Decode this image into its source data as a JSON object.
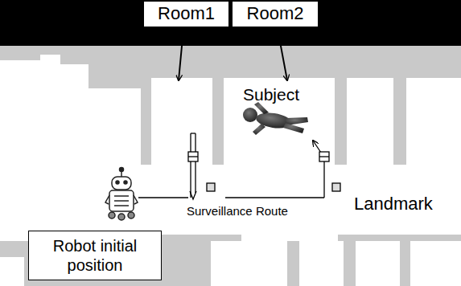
{
  "diagram": {
    "nodes": [
      {
        "text": [
          "Room1"
        ]
      },
      {
        "text": [
          "Room2"
        ]
      },
      {
        "text": [
          "Robot initial position"
        ]
      }
    ],
    "labels": [
      "Subject",
      "Surveillance Route",
      "Landmark"
    ]
  }
}
